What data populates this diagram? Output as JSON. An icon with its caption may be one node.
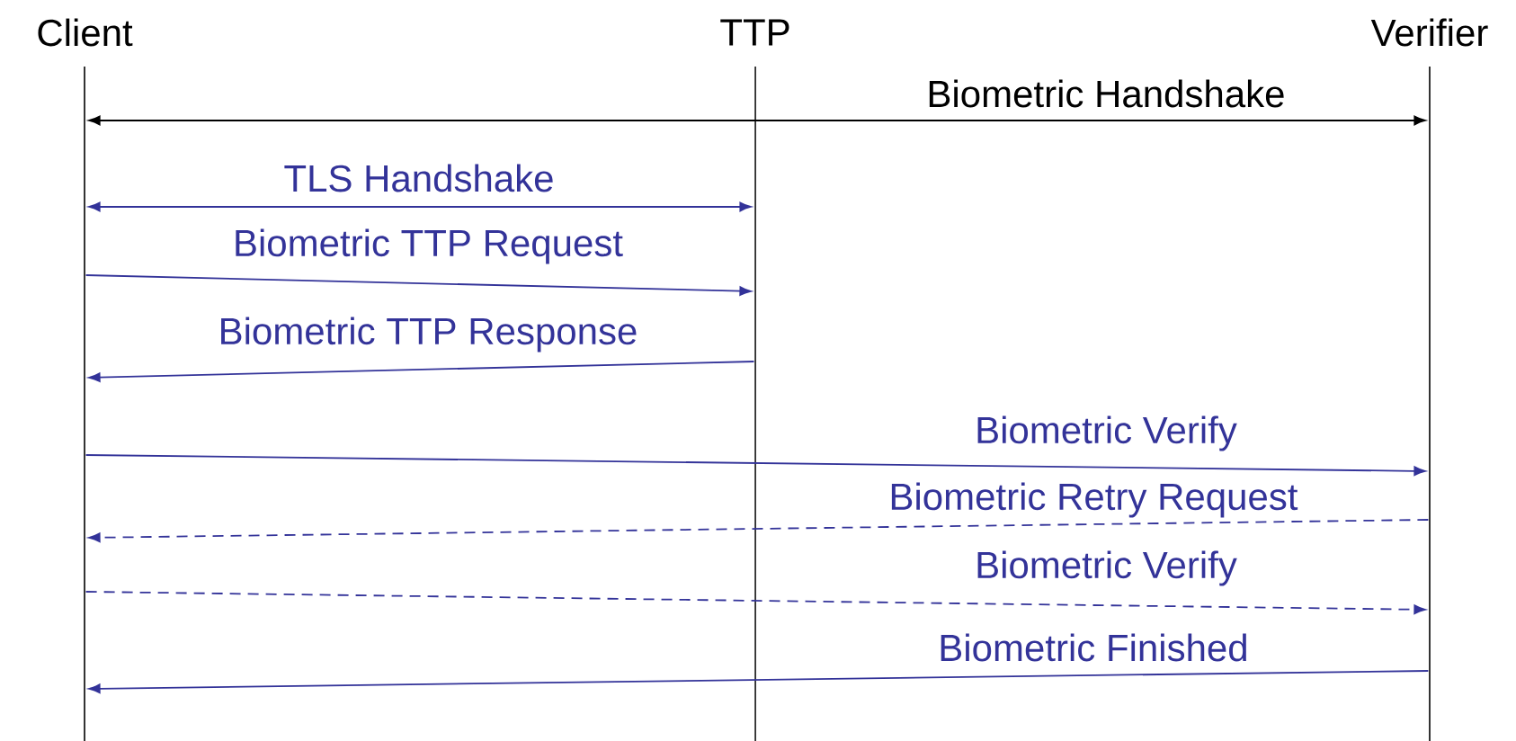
{
  "diagram": {
    "nodes": [
      {
        "text": [
          "Client"
        ]
      },
      {
        "text": [
          "TTP"
        ]
      },
      {
        "text": [
          "Verifier"
        ]
      },
      {
        "text": [],
        "shape": "line"
      },
      {
        "text": [],
        "shape": "line"
      },
      {
        "text": [],
        "shape": "line"
      }
    ],
    "edges": [
      {
        "from": 3,
        "to": 5,
        "arrow": "both",
        "label": "Biometric Handshake",
        "color": "#000000"
      },
      {
        "from": 3,
        "to": 4,
        "arrow": "both",
        "label": "TLS Handshake"
      },
      {
        "from": 3,
        "to": 4,
        "arrow": "to",
        "label": "Biometric TTP Request"
      },
      {
        "from": 4,
        "to": 3,
        "arrow": "to",
        "label": "Biometric TTP Response"
      },
      {
        "from": 3,
        "to": 5,
        "arrow": "to",
        "label": "Biometric Verify"
      },
      {
        "from": 5,
        "to": 3,
        "arrow": "to",
        "label": "Biometric Retry Request",
        "style": "dashed"
      },
      {
        "from": 3,
        "to": 5,
        "arrow": "to",
        "label": "Biometric Verify",
        "style": "dashed"
      },
      {
        "from": 5,
        "to": 3,
        "arrow": "to",
        "label": "Biometric Finished"
      }
    ]
  }
}
